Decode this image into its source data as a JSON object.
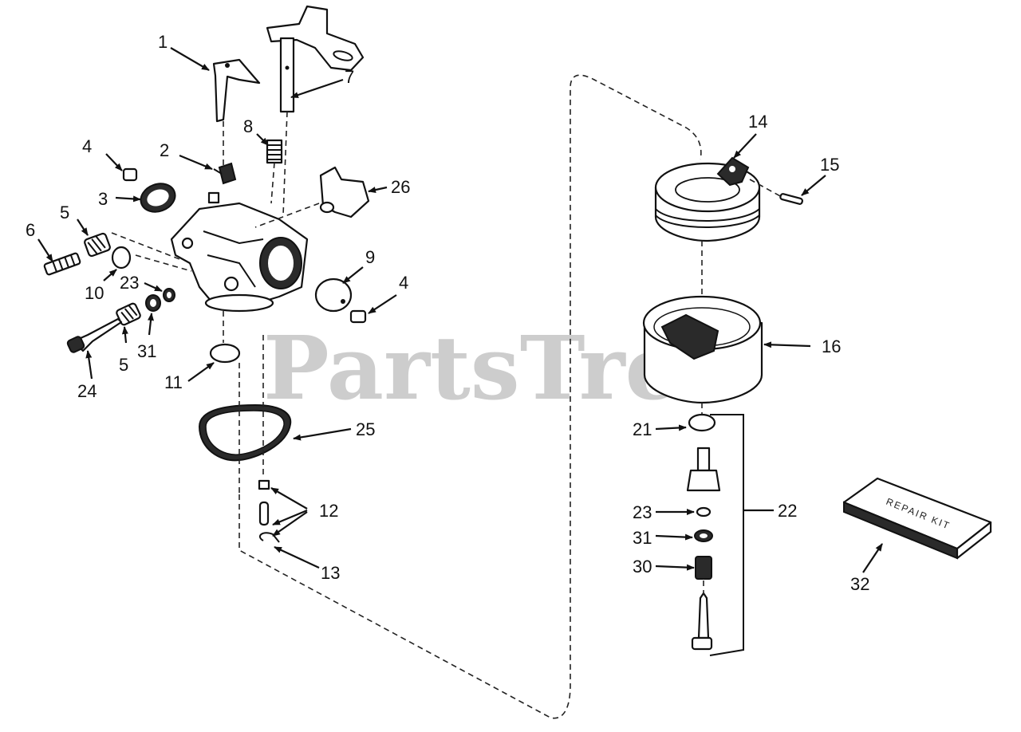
{
  "watermark": "PartsTree",
  "kit_label": "REPAIR KIT",
  "callouts": {
    "c1": "1",
    "c2": "2",
    "c3": "3",
    "c4a": "4",
    "c4b": "4",
    "c5a": "5",
    "c5b": "5",
    "c6": "6",
    "c7": "7",
    "c8": "8",
    "c9": "9",
    "c10": "10",
    "c11": "11",
    "c12": "12",
    "c13": "13",
    "c14": "14",
    "c15": "15",
    "c16": "16",
    "c21": "21",
    "c22": "22",
    "c23a": "23",
    "c23b": "23",
    "c24": "24",
    "c25": "25",
    "c26": "26",
    "c30": "30",
    "c31a": "31",
    "c31b": "31",
    "c32": "32"
  }
}
